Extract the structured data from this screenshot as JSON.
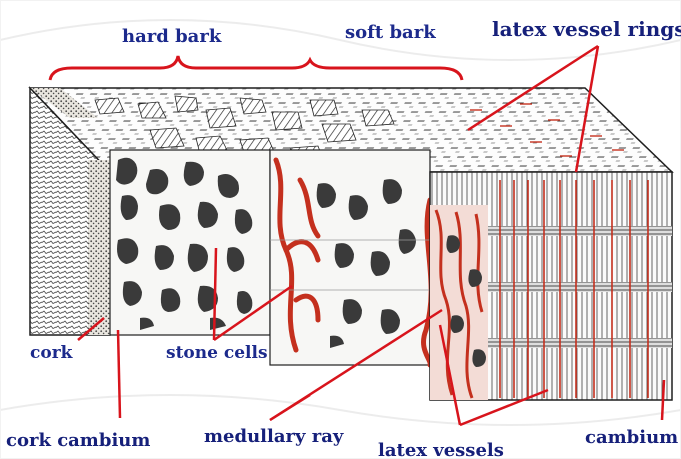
{
  "labels": {
    "hard_bark": "hard bark",
    "soft_bark": "soft bark",
    "latex_vessel_rings": "latex vessel rings",
    "cork": "cork",
    "stone_cells": "stone cells",
    "cork_cambium": "cork cambium",
    "medullary_ray": "medullary ray",
    "latex_vessels": "latex vessels",
    "cambium": "cambium"
  },
  "colors": {
    "label_text": "#1c2a8c",
    "pointer": "#d8141c",
    "latex": "#c4301e",
    "stone_cell": "#3a3a3a",
    "line_art": "#1f1f1f",
    "background": "#ffffff"
  }
}
